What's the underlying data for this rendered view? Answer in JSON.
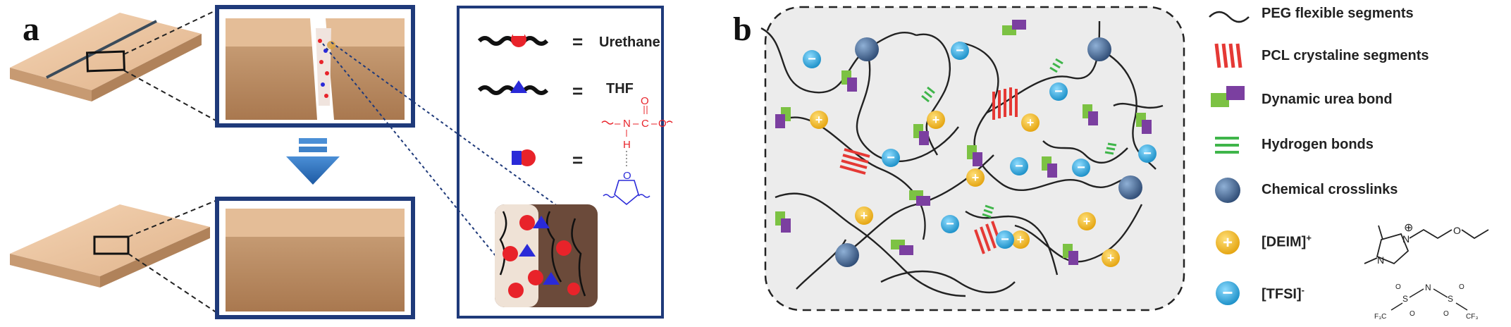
{
  "panel_a": {
    "letter": "a",
    "equations": [
      {
        "symbol": "urethane-symbol",
        "eq": "=",
        "label": "Urethane"
      },
      {
        "symbol": "thf-symbol",
        "eq": "=",
        "label": "THF"
      },
      {
        "symbol": "hbond-symbol",
        "eq": "=",
        "label": ""
      }
    ],
    "chem_labels": {
      "n": "N",
      "c": "C",
      "o1": "O",
      "o2": "O",
      "h": "H",
      "ring_o": "O",
      "dash1": "–",
      "dash2": "–"
    }
  },
  "panel_b": {
    "letter": "b",
    "legend": [
      {
        "key": "peg",
        "label": "PEG flexible segments"
      },
      {
        "key": "pcl",
        "label": "PCL crystaline segments"
      },
      {
        "key": "urea",
        "label": "Dynamic urea bond"
      },
      {
        "key": "hbond",
        "label": "Hydrogen bonds"
      },
      {
        "key": "crosslink",
        "label": "Chemical crosslinks"
      },
      {
        "key": "cation",
        "label": "[DEIM]",
        "sup": "+"
      },
      {
        "key": "anion",
        "label": "[TFSI]",
        "sup": "-"
      }
    ],
    "ion_symbols": {
      "plus": "+",
      "minus": "−"
    },
    "deim_atoms": {
      "n1": "N",
      "n2": "N",
      "charge": "⊕",
      "o": "O"
    },
    "tfsi_atoms": {
      "n": "N",
      "s1": "S",
      "s2": "S",
      "cf3a": "F₃C",
      "cf3b": "CF₃",
      "o": "O"
    }
  },
  "colors": {
    "frame": "#1f3a7a",
    "block_top": "#e8c3a0",
    "block_side": "#b88a62",
    "urethane_red": "#e8232a",
    "thf_blue": "#2a2ad8",
    "pcl_red": "#e53935",
    "urea_green": "#7cc243",
    "urea_purple": "#7b3fa0",
    "hbond_green": "#3fb54a",
    "crosslink": "#4f6f94",
    "cation": "#f2b51c",
    "anion": "#2aa6df",
    "arrow": "#2f6fb8"
  }
}
